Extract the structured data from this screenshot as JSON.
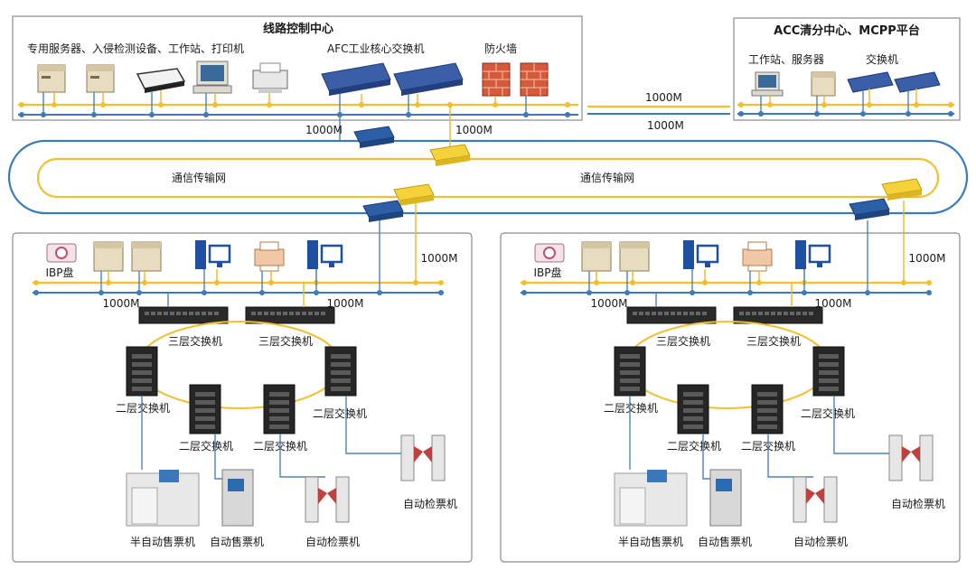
{
  "control_center": {
    "title": "线路控制中心",
    "devices_label": "专用服务器、入侵检测设备、工作站、打印机",
    "core_switch_label": "AFC工业核心交换机",
    "firewall_label": "防火墙"
  },
  "acc_center": {
    "title": "ACC清分中心、MCPP平台",
    "workstation_label": "工作站、服务器",
    "switch_label": "交换机"
  },
  "link_labels": {
    "acc_link_upper": "1000M",
    "acc_link_lower": "1000M",
    "center_link_left": "1000M",
    "center_link_right": "1000M"
  },
  "transport_network": {
    "label_left": "通信传输网",
    "label_right": "通信传输网"
  },
  "stations": [
    {
      "ibp_label": "IBP盘",
      "uplink_label": "1000M",
      "switch_link_left": "1000M",
      "switch_link_right": "1000M",
      "l3_switch_labels": [
        "三层交换机",
        "三层交换机"
      ],
      "l2_switch_labels": [
        "二层交换机",
        "二层交换机",
        "二层交换机",
        "二层交换机"
      ],
      "terminal_labels": [
        "半自动售票机",
        "自动售票机",
        "自动检票机",
        "自动检票机"
      ]
    },
    {
      "ibp_label": "IBP盘",
      "uplink_label": "1000M",
      "switch_link_left": "1000M",
      "switch_link_right": "1000M",
      "l3_switch_labels": [
        "三层交换机",
        "三层交换机"
      ],
      "l2_switch_labels": [
        "二层交换机",
        "二层交换机",
        "二层交换机",
        "二层交换机"
      ],
      "terminal_labels": [
        "半自动售票机",
        "自动售票机",
        "自动检票机",
        "自动检票机"
      ]
    }
  ],
  "colors": {
    "ring_outer": "#3b7ab8",
    "ring_inner": "#f0c030",
    "bus_yellow": "#f0c030",
    "bus_blue": "#3b7ab8",
    "switch_dark": "#2a2a2a"
  },
  "icons": [
    "server-icon",
    "workstation-icon",
    "printer-icon",
    "firewall-icon",
    "core-switch-icon",
    "router-icon",
    "ibp-panel-icon",
    "l3-switch-icon",
    "l2-switch-icon",
    "ticket-gate-icon",
    "ticket-vending-icon",
    "semi-auto-ticket-office-icon"
  ]
}
